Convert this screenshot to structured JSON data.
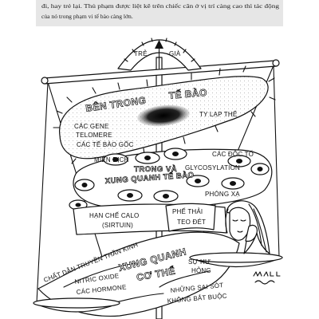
{
  "caption": {
    "line1": "đi, hay trẻ lại. Thủ phạm được liệt kê trên chiếc cân ở vị trí càng cao thì tác động",
    "line2": "của nó trong phạm vi tế bào càng lớn."
  },
  "dial": {
    "young": "TRẺ",
    "old": "GIÀ"
  },
  "cell": {
    "title_left": "BÊN TRONG",
    "title_right": "TẾ BÀO",
    "mitochondria": "TY LẠP THỂ",
    "genes": "CÁC GENE",
    "telomere": "TELOMERE",
    "stem_cells": "CÁC TẾ BÀO GỐC"
  },
  "around_cell": {
    "immunity": "MIỄN DỊCH",
    "title_line1": "TRONG VÀ",
    "title_line2": "XUNG QUANH TẾ BÀO",
    "toxins": "CÁC ĐỘC TỐ",
    "glycosylation": "GLYCOSYLATION",
    "radiation": "PHÓNG XẠ",
    "calorie_restriction": "HẠN CHẾ CALO",
    "sirtuin": "(SIRTUIN)",
    "waste": "PHẾ THẢI",
    "atrophy": "TEO ĐÉT"
  },
  "body": {
    "neurotransmitters": "CHẤT DẪN TRUYỀN THẦN KINH",
    "title_line1": "XUNG QUANH",
    "title_line2": "CƠ THỂ",
    "damage_line1": "SỰ HƯ",
    "damage_line2": "HỎNG",
    "nitric_oxide": "NITRIC OXIDE",
    "hormones": "CÁC HORMONE",
    "errors_line1": "NHỮNG SAI SÓT",
    "errors_line2": "KHÔNG BẮT BUỘC"
  },
  "colors": {
    "caption_bg": "#e6e6e6",
    "ink": "#111111",
    "paper": "#ffffff"
  }
}
